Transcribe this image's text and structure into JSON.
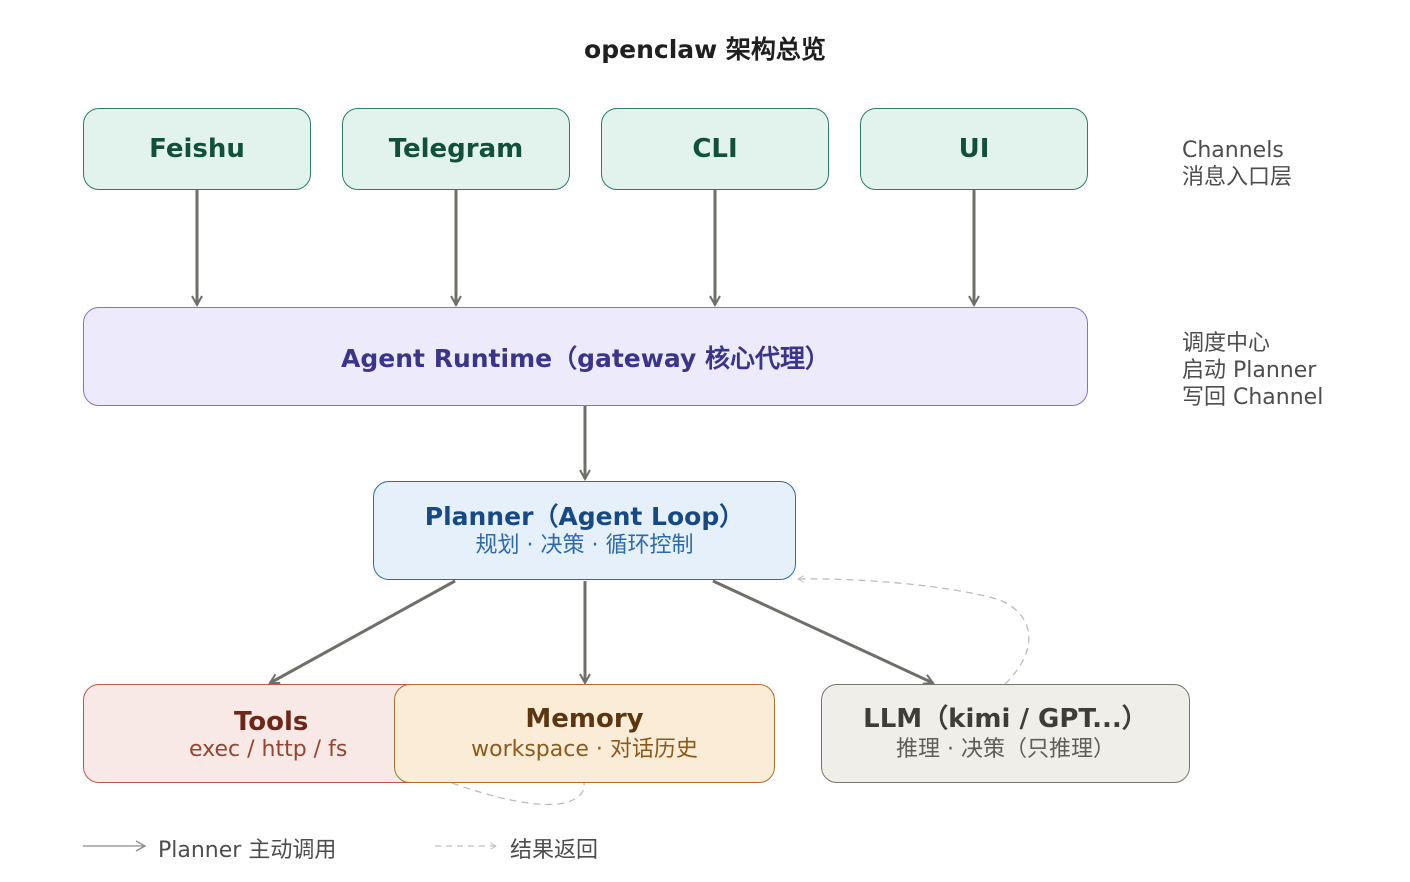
{
  "title": "openclaw 架构总览",
  "channels": [
    {
      "label": "Feishu"
    },
    {
      "label": "Telegram"
    },
    {
      "label": "CLI"
    },
    {
      "label": "UI"
    }
  ],
  "runtime": {
    "label": "Agent Runtime（gateway 核心代理）"
  },
  "planner": {
    "label": "Planner（Agent Loop）",
    "sub": "规划 · 决策 · 循环控制"
  },
  "tools": {
    "label": "Tools",
    "sub": "exec / http / fs"
  },
  "memory": {
    "label": "Memory",
    "sub": "workspace · 对话历史"
  },
  "llm": {
    "label": "LLM（kimi / GPT...）",
    "sub": "推理 · 决策（只推理）"
  },
  "side_notes": {
    "channels": [
      "Channels",
      "消息入口层"
    ],
    "runtime": [
      "调度中心",
      "启动 Planner",
      "写回 Channel"
    ]
  },
  "legend": {
    "solid": "Planner 主动调用",
    "dashed": "结果返回"
  },
  "colors": {
    "arrow": "#6f6f6a",
    "dashed": "#bdbdbd"
  }
}
